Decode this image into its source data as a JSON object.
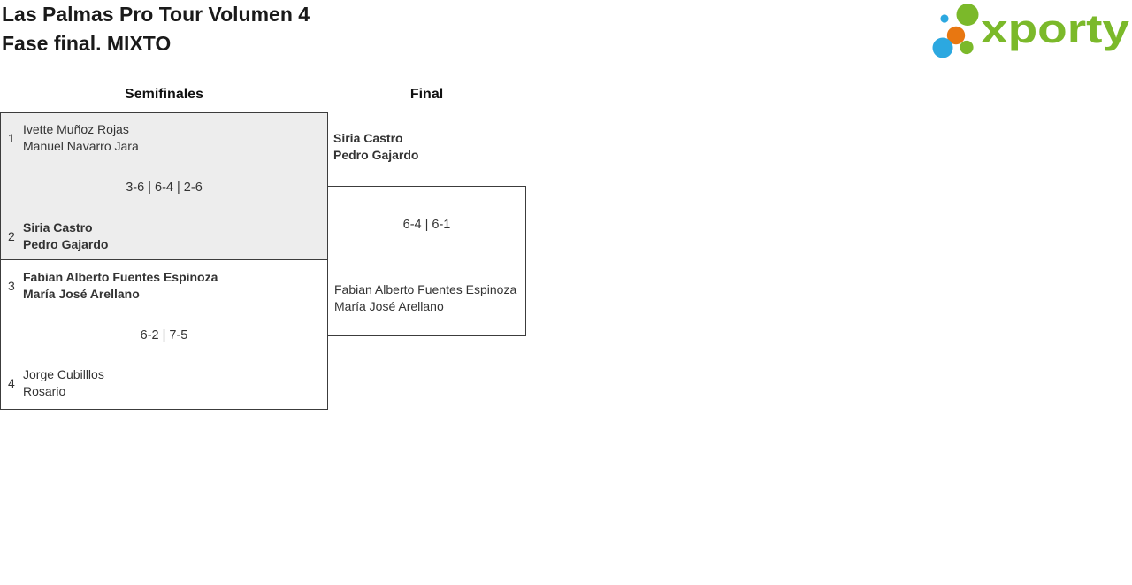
{
  "header": {
    "title_line1": "Las Palmas Pro Tour Volumen 4",
    "title_line2": "Fase final. MIXTO"
  },
  "logo": {
    "text": "xporty"
  },
  "bracket": {
    "round_labels": [
      "Semifinales",
      "Final"
    ],
    "semifinals": [
      {
        "top": {
          "seed": "1",
          "players": [
            "Ivette Muñoz Rojas",
            "Manuel Navarro Jara"
          ],
          "winner": false
        },
        "score": "3-6 | 6-4 | 2-6",
        "bottom": {
          "seed": "2",
          "players": [
            "Siria Castro",
            "Pedro Gajardo"
          ],
          "winner": true
        }
      },
      {
        "top": {
          "seed": "3",
          "players": [
            "Fabian Alberto Fuentes Espinoza",
            "María José Arellano"
          ],
          "winner": true
        },
        "score": "6-2 | 7-5",
        "bottom": {
          "seed": "4",
          "players": [
            "Jorge Cubilllos",
            "Rosario"
          ],
          "winner": false
        }
      }
    ],
    "final": {
      "top": {
        "players": [
          "Siria Castro",
          "Pedro Gajardo"
        ],
        "winner": true
      },
      "score": "6-4 | 6-1",
      "bottom": {
        "players": [
          "Fabian Alberto Fuentes Espinoza",
          "María José Arellano"
        ],
        "winner": false
      }
    }
  },
  "colors": {
    "brand_green": "#7bb92a",
    "brand_blue": "#2ca8e0",
    "brand_orange": "#e87711",
    "box_fill_gray": "#ededed",
    "border_dark": "#3c3c3c",
    "text_dark": "#333333",
    "title_color": "#1a1a1a"
  }
}
